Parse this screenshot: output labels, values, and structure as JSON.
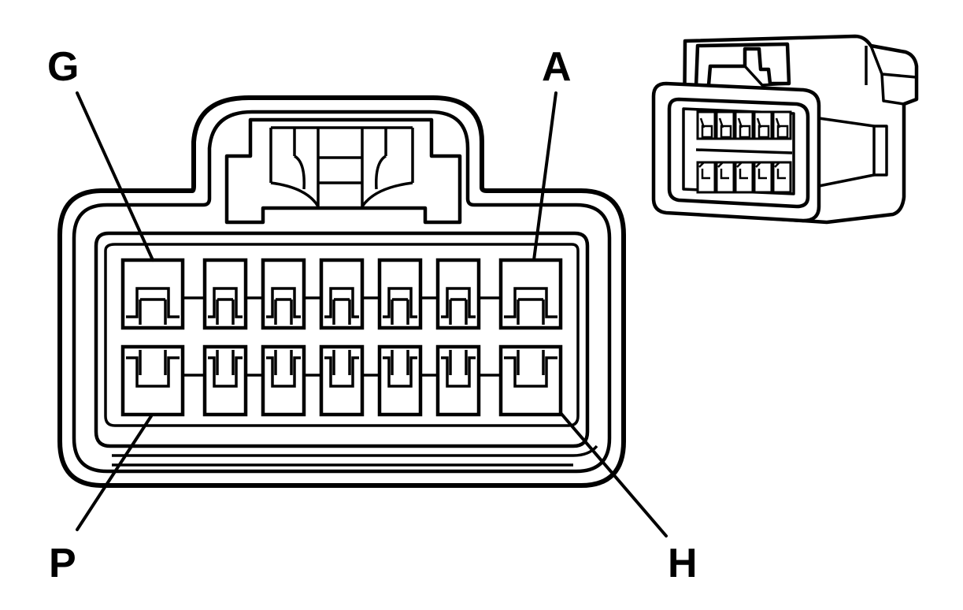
{
  "pin_labels": {
    "top_left": "G",
    "top_right": "A",
    "bottom_left": "P",
    "bottom_right": "H"
  },
  "connector": {
    "rows": 2,
    "pins_per_row": 7
  },
  "colors": {
    "ink": "#000000",
    "background": "#ffffff"
  }
}
